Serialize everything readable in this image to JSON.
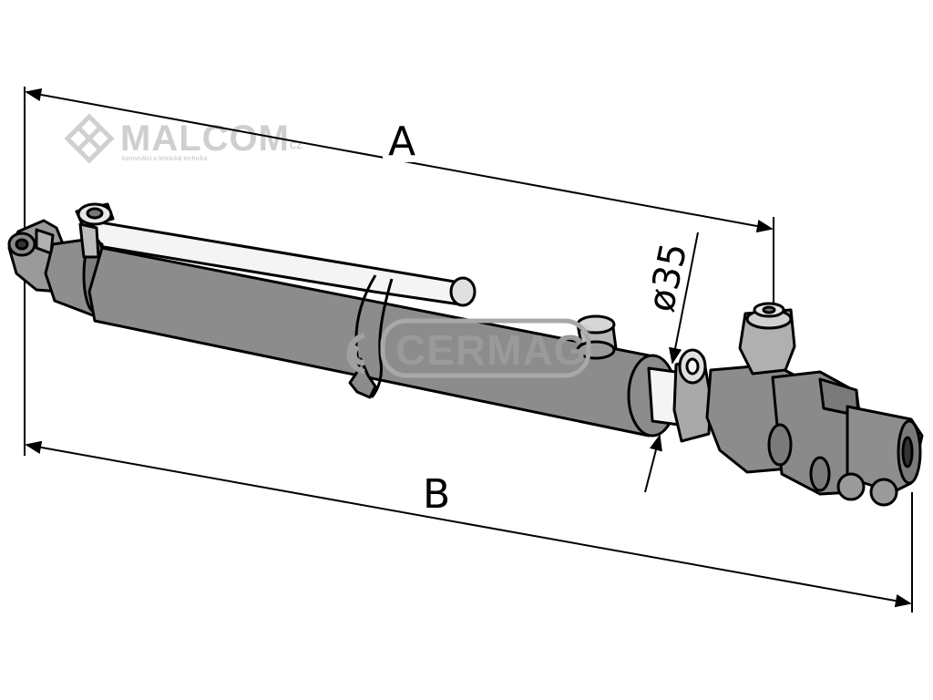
{
  "dimensions": {
    "length_a_label": "A",
    "length_b_label": "B",
    "rod_diameter_label": "ø35"
  },
  "watermarks": {
    "malcom_name": "MALCOM",
    "malcom_suffix": "cz",
    "malcom_tagline": "komunální a lesnická technika",
    "cermag_name": "CERMAG",
    "cermag_mark": "®"
  },
  "colors": {
    "cylinder_body": "#8a8a8a",
    "rod": "#f0f0f0",
    "outline": "#000000",
    "dimension_line": "#000000"
  }
}
